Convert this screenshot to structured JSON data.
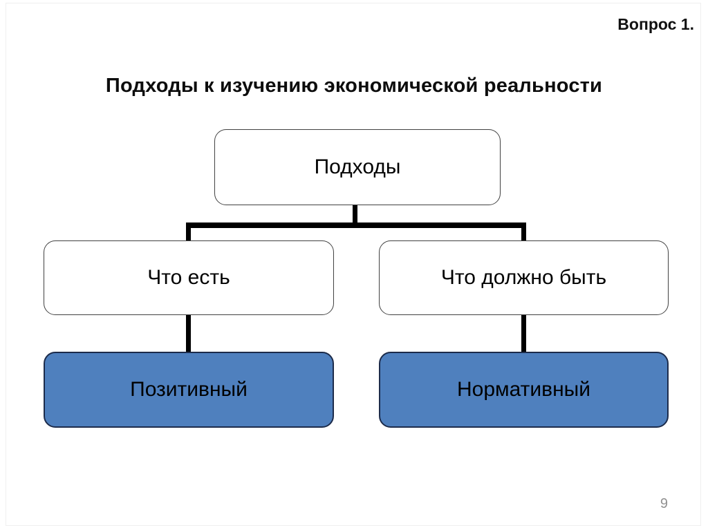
{
  "slide": {
    "kicker": "Вопрос 1.",
    "title": "Подходы к изучению экономической реальности",
    "page_number": "9"
  },
  "diagram": {
    "type": "tree",
    "root": {
      "label": "Подходы"
    },
    "children": [
      {
        "label": "Что есть",
        "child": {
          "label": "Позитивный"
        }
      },
      {
        "label": "Что должно быть",
        "child": {
          "label": "Нормативный"
        }
      }
    ],
    "colors": {
      "node_fill": "#ffffff",
      "node_border": "#404040",
      "leaf_fill": "#4f80be",
      "leaf_border": "#1c2b4a",
      "connector": "#000000",
      "text": "#000000",
      "page_number": "#909090"
    }
  }
}
